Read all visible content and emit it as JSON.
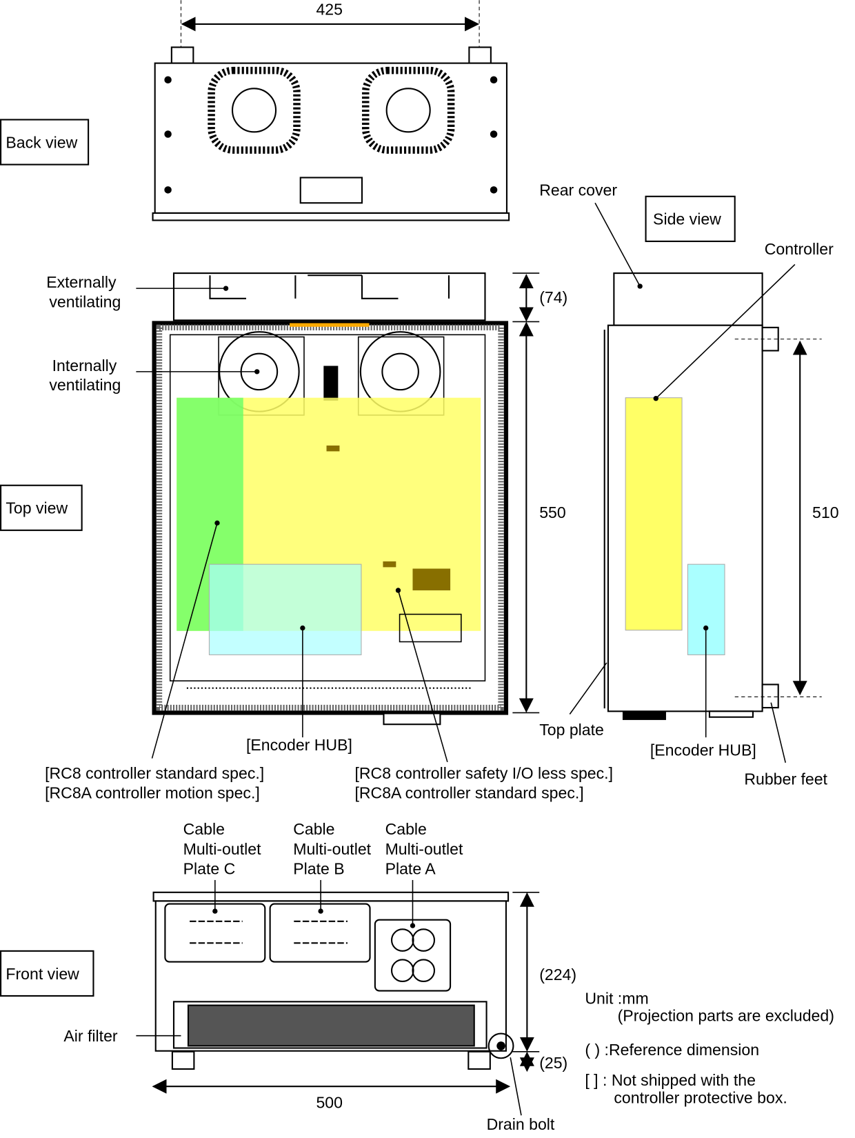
{
  "view_labels": {
    "back": "Back view",
    "top": "Top view",
    "side": "Side view",
    "front": "Front view"
  },
  "dimensions": {
    "width_back": "425",
    "top_cover": "(74)",
    "depth_top": "550",
    "side_height": "510",
    "front_height": "(224)",
    "feet_height": "(25)",
    "width_front": "500"
  },
  "callouts": {
    "external_vent": [
      "Externally",
      "ventilating"
    ],
    "internal_vent": [
      "Internally",
      "ventilating"
    ],
    "rear_cover": "Rear cover",
    "controller": "Controller",
    "top_plate": "Top plate",
    "encoder_hub_top": "[Encoder HUB]",
    "encoder_hub_side": "[Encoder HUB]",
    "rubber_feet": "Rubber feet",
    "rc8_standard": [
      "[RC8 controller standard spec.]",
      "[RC8A controller motion spec.]"
    ],
    "rc8_safety": [
      "[RC8 controller safety I/O less spec.]",
      "[RC8A controller standard spec.]"
    ],
    "plate_c": [
      "Cable",
      "Multi-outlet",
      "Plate C"
    ],
    "plate_b": [
      "Cable",
      "Multi-outlet",
      "Plate B"
    ],
    "plate_a": [
      "Cable",
      "Multi-outlet",
      "Plate A"
    ],
    "air_filter": "Air filter",
    "drain_bolt": "Drain bolt"
  },
  "notes": {
    "unit": "Unit :mm",
    "projection": "(Projection parts are excluded)",
    "reference": "( ) :Reference dimension",
    "not_shipped_1": "[ ] :  Not shipped with the",
    "not_shipped_2": "controller protective box."
  },
  "colors": {
    "green": "#66ff66",
    "yellow": "#ffff66",
    "cyan": "#aaffff",
    "orange": "#ffaa00"
  }
}
